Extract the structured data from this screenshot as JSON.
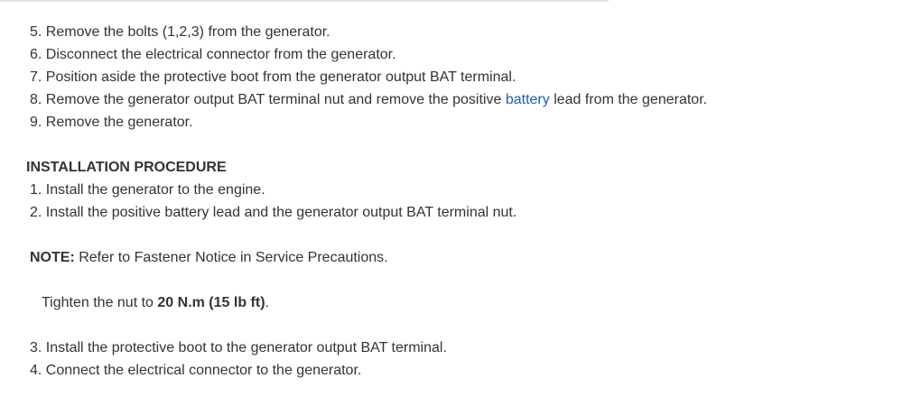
{
  "removal_steps_cont": [
    {
      "num": "5.",
      "text": "Remove the bolts (1,2,3) from the generator."
    },
    {
      "num": "6.",
      "text": "Disconnect the electrical connector from the generator."
    },
    {
      "num": "7.",
      "text": "Position aside the protective boot from the generator output BAT terminal."
    },
    {
      "num": "8.",
      "text_before": "Remove the generator output BAT terminal nut and remove the positive ",
      "link": "battery",
      "text_after": " lead from the generator."
    },
    {
      "num": "9.",
      "text": "Remove the generator."
    }
  ],
  "installation": {
    "heading": "INSTALLATION PROCEDURE",
    "steps_a": [
      {
        "num": "1.",
        "text": "Install the generator to the engine."
      },
      {
        "num": "2.",
        "text": "Install the positive battery lead and the generator output BAT terminal nut."
      }
    ],
    "note_label": "NOTE:",
    "note_text": " Refer to Fastener Notice in Service Precautions.",
    "tighten_prefix": "Tighten the nut to ",
    "tighten_value": "20 N.m (15 lb ft)",
    "tighten_suffix": ".",
    "steps_b": [
      {
        "num": "3.",
        "text": "Install the protective boot to the generator output BAT terminal."
      },
      {
        "num": "4.",
        "text": "Connect the electrical connector to the generator."
      }
    ]
  }
}
